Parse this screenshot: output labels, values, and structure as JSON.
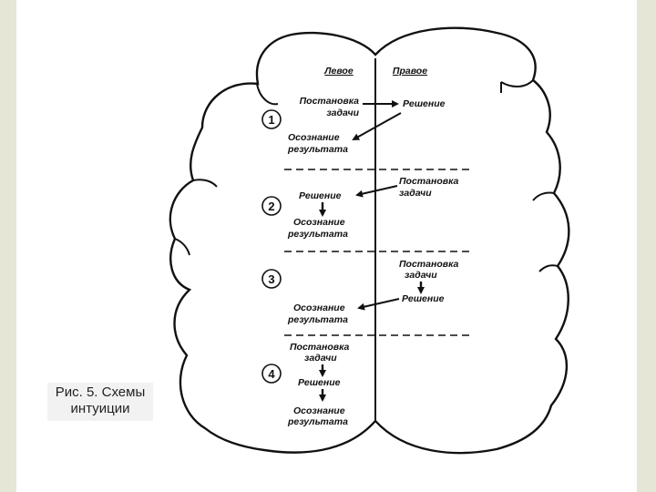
{
  "columns": {
    "left": "Левое",
    "right": "Правое"
  },
  "schemes": [
    {
      "number": "1",
      "left_top": [
        "Постановка",
        "задачи"
      ],
      "right": "Решение",
      "left_bottom": [
        "Осознание",
        "результата"
      ]
    },
    {
      "number": "2",
      "right": [
        "Постановка",
        "задачи"
      ],
      "left_top": "Решение",
      "left_bottom": [
        "Осознание",
        "результата"
      ]
    },
    {
      "number": "3",
      "right_top": [
        "Постановка",
        "задачи"
      ],
      "right_bottom": "Решение",
      "left": [
        "Осознание",
        "результата"
      ]
    },
    {
      "number": "4",
      "step1": [
        "Постановка",
        "задачи"
      ],
      "step2": "Решение",
      "step3": [
        "Осознание",
        "результата"
      ]
    }
  ],
  "caption": {
    "line1": "Рис. 5. Схемы",
    "line2": "интуиции"
  },
  "colors": {
    "outline": "#111111",
    "background": "#ffffff",
    "band": "#e6e6d6"
  }
}
